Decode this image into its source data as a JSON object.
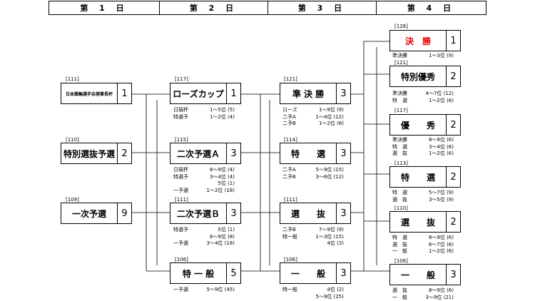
{
  "days": [
    "第 1 日",
    "第 2 日",
    "第 3 日",
    "第 4 日"
  ],
  "races": {
    "d1_r1": {
      "code": "[111]",
      "name": "日本競輪選手会理事長杯",
      "num": "1"
    },
    "d1_r2": {
      "code": "[110]",
      "name": "特別選抜予選",
      "num": "2"
    },
    "d1_r3": {
      "code": "[109]",
      "name": "一次予選",
      "num": "9"
    },
    "d2_r1": {
      "code": "[117]",
      "name": "ローズカップ",
      "num": "1"
    },
    "d2_r2": {
      "code": "[115]",
      "name": "二次予選Ａ",
      "num": "3"
    },
    "d2_r3": {
      "code": "[111]",
      "name": "二次予選Ｂ",
      "num": "3"
    },
    "d2_r4": {
      "code": "[106]",
      "name": "特 一 般",
      "num": "5"
    },
    "d3_r1": {
      "code": "[121]",
      "name": "準 決 勝",
      "num": "3"
    },
    "d3_r2": {
      "code": "[114]",
      "name": "特　　選",
      "num": "3"
    },
    "d3_r3": {
      "code": "[111]",
      "name": "選　　抜",
      "num": "3"
    },
    "d3_r4": {
      "code": "[106]",
      "name": "一　　般",
      "num": "3"
    },
    "d4_r1": {
      "code": "[128]",
      "name": "決　勝",
      "num": "1"
    },
    "d4_r2": {
      "code": "[121]",
      "name": "特別優秀",
      "num": "2"
    },
    "d4_r3": {
      "code": "[117]",
      "name": "優　　秀",
      "num": "2"
    },
    "d4_r4": {
      "code": "[113]",
      "name": "特　　選",
      "num": "2"
    },
    "d4_r5": {
      "code": "[110]",
      "name": "選　　抜",
      "num": "2"
    },
    "d4_r6": {
      "code": "[106]",
      "name": "一　　般",
      "num": "3"
    }
  },
  "notes": {
    "d2_r1": [
      [
        "日競杯",
        "1～5位 (5)"
      ],
      [
        "特選予",
        "1～2位 (4)"
      ]
    ],
    "d2_r2": [
      [
        "日競杯",
        "6～9位 (4)"
      ],
      [
        "特選予",
        "3～4位 (4)"
      ],
      [
        "",
        "5位 (1)"
      ],
      [
        "一予選",
        "1～2位 (18)"
      ]
    ],
    "d2_r3": [
      [
        "特選予",
        "5位 (1)"
      ],
      [
        "",
        "6～9位 (8)"
      ],
      [
        "一予選",
        "3～4位 (18)"
      ]
    ],
    "d2_r4": [
      [
        "一予選",
        "5～9位 (45)"
      ]
    ],
    "d3_r1": [
      [
        "ローズ",
        "1～9位 (9)"
      ],
      [
        "二予A",
        "1～4位 (12)"
      ],
      [
        "二予B",
        "1～2位 (6)"
      ]
    ],
    "d3_r2": [
      [
        "二予A",
        "5～9位 (15)"
      ],
      [
        "二予B",
        "3～6位 (12)"
      ]
    ],
    "d3_r3": [
      [
        "二予B",
        "7～9位 (9)"
      ],
      [
        "特一般",
        "1～3位 (15)"
      ],
      [
        "",
        "4位 (3)"
      ]
    ],
    "d3_r4": [
      [
        "特一般",
        "4位 (2)"
      ],
      [
        "",
        "5～9位 (25)"
      ]
    ],
    "d4_r1": [
      [
        "準決勝",
        "1～3位 (9)"
      ]
    ],
    "d4_r2": [
      [
        "準決勝",
        "4～7位 (12)"
      ],
      [
        "特　選",
        "1～2位 (6)"
      ]
    ],
    "d4_r3": [
      [
        "準決勝",
        "8～9位 (6)"
      ],
      [
        "特　選",
        "3～4位 (6)"
      ],
      [
        "選　抜",
        "1～2位 (6)"
      ]
    ],
    "d4_r4": [
      [
        "特　選",
        "5～7位 (9)"
      ],
      [
        "選　抜",
        "3～5位 (9)"
      ]
    ],
    "d4_r5": [
      [
        "特　選",
        "8～9位 (6)"
      ],
      [
        "選　抜",
        "6～7位 (6)"
      ],
      [
        "一　般",
        "1～2位 (6)"
      ]
    ],
    "d4_r6": [
      [
        "選　抜",
        "8～9位 (6)"
      ],
      [
        "一　般",
        "3～9位 (21)"
      ]
    ]
  },
  "colors": {
    "final_name": "#e60000",
    "line": "#000000"
  }
}
